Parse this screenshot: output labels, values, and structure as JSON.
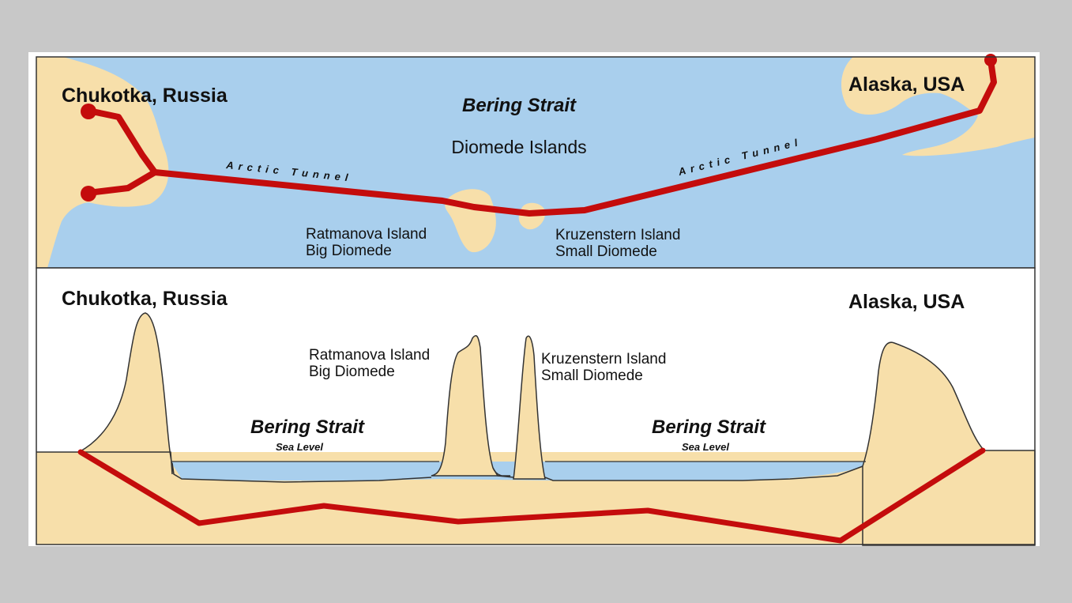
{
  "colors": {
    "background": "#c8c8c8",
    "sea": "#a9cfed",
    "land": "#f7dfaa",
    "tunnel": "#c40c0c",
    "outline": "#333333",
    "sky": "#ffffff"
  },
  "map": {
    "russia_label": "Chukotka, Russia",
    "usa_label": "Alaska, USA",
    "strait_label": "Bering Strait",
    "islands_group_label": "Diomede Islands",
    "tunnel_label_left": "Arctic Tunnel",
    "tunnel_label_right": "Arctic Tunnel",
    "big_diomede": {
      "name": "Ratmanova Island",
      "alt_name": "Big Diomede"
    },
    "small_diomede": {
      "name": "Kruzenstern Island",
      "alt_name": "Small Diomede"
    }
  },
  "profile": {
    "russia_label": "Chukotka, Russia",
    "usa_label": "Alaska, USA",
    "big_diomede": {
      "name": "Ratmanova Island",
      "alt_name": "Big Diomede"
    },
    "small_diomede": {
      "name": "Kruzenstern Island",
      "alt_name": "Small Diomede"
    },
    "strait_left": {
      "name": "Bering Strait",
      "sublabel": "Sea Level"
    },
    "strait_right": {
      "name": "Bering Strait",
      "sublabel": "Sea Level"
    }
  }
}
